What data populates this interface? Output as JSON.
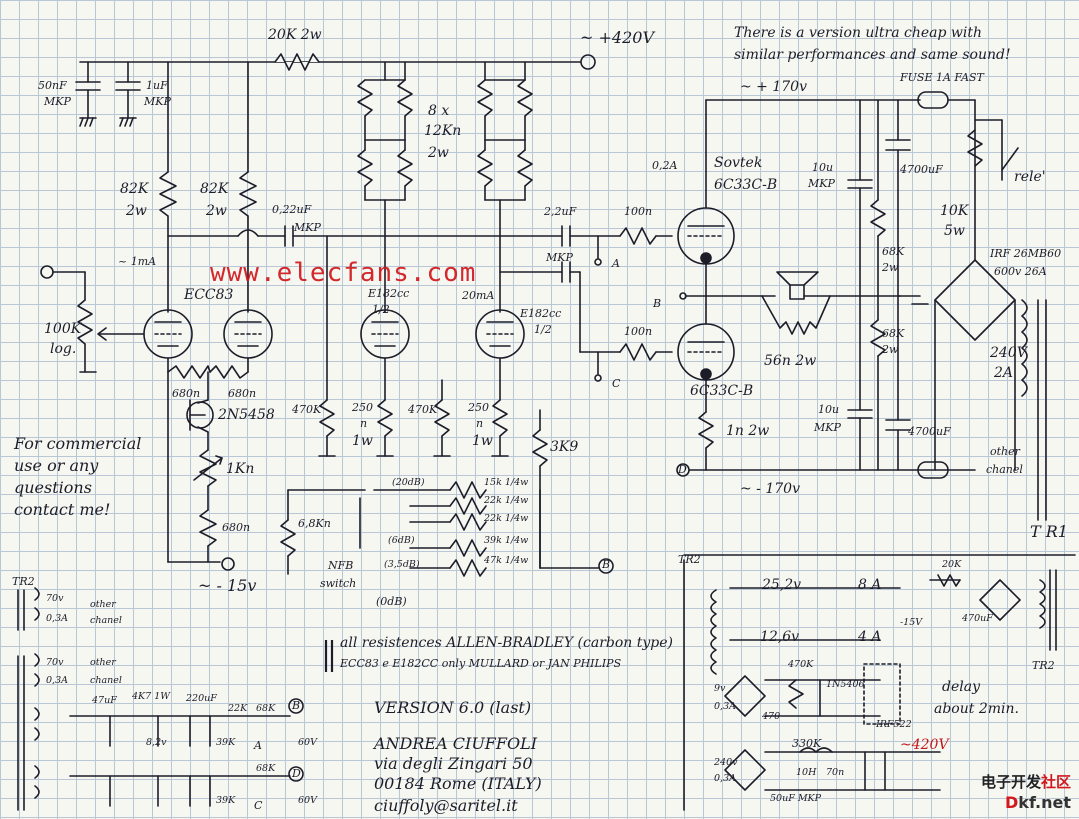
{
  "labels": {
    "r20k2w": "20K 2w",
    "hv420": "~ +420V",
    "note_line1": "There is a version ultra cheap with",
    "note_line2": "similar performances and same sound!",
    "c50nf": "50nF",
    "mkp1": "MKP",
    "c1uf": "1uF",
    "mkp2": "MKP",
    "r8x12k_a": "8 x",
    "r8x12k_b": "12Kn",
    "r8x12k_c": "2w",
    "r82k_a1": "82K",
    "r82k_a2": "2w",
    "r82k_b1": "82K",
    "r82k_b2": "2w",
    "c022": "0,22uF",
    "mkp3": "MKP",
    "c22uf": "2,2uF",
    "mkp4": "MKP",
    "r100a": "100n",
    "r100b": "100n",
    "i02a": "0,2A",
    "sovtek1": "Sovtek",
    "sovtek2": "6C33C-B",
    "tube6c33": "6C33C-B",
    "hv170p": "~ + 170v",
    "hv170n": "~ - 170v",
    "fuse": "FUSE 1A FAST",
    "c10u_a": "10u",
    "mkp5": "MKP",
    "c4700a": "4700uF",
    "r68k_a1": "68K",
    "r68k_a2": "2w",
    "r68k_b1": "68K",
    "r68k_b2": "2w",
    "c10u_b": "10u",
    "mkp6": "MKP",
    "c4700b": "4700uF",
    "rele": "rele'",
    "r10k_a": "10K",
    "r10k_b": "5w",
    "irf_a": "IRF 26MB60",
    "irf_b": "600v 26A",
    "t240a": "240V",
    "t240b": "2A",
    "other1": "other",
    "other2": "chanel",
    "tr1": "T R1",
    "r56": "56n 2w",
    "r1": "1n 2w",
    "i1ma": "~ 1mA",
    "i20ma": "20mA",
    "ecc83": "ECC83",
    "e182a1": "E182cc",
    "e182a2": "1/2",
    "e182b1": "E182cc",
    "e182b2": "1/2",
    "pot100k_a": "100K",
    "pot100k_b": "log.",
    "r680a": "680n",
    "r680b": "680n",
    "jfet": "2N5458",
    "pot1k": "1Kn",
    "r680c": "680n",
    "v15": "~ - 15v",
    "r470k_a": "470K",
    "r250_a1": "250",
    "r250_a2": "n",
    "r1w_a": "1w",
    "r470k_b": "470K",
    "r250_b1": "250",
    "r250_b2": "n",
    "r1w_b": "1w",
    "r3k9": "3K9",
    "r680d": "6,8Kn",
    "db20": "(20dB)",
    "db6": "(6dB)",
    "db35": "(3,5dB)",
    "db0": "(0dB)",
    "rf15": "15k 1/4w",
    "rf22a": "22k 1/4w",
    "rf22b": "22k 1/4w",
    "rf39": "39k 1/4w",
    "rf47": "47k 1/4w",
    "nfb1": "NFB",
    "nfb2": "switch",
    "commercial1": "For commercial",
    "commercial2": "use or any",
    "commercial3": "questions",
    "commercial4": "contact me!",
    "resnote1": "all resistences ALLEN-BRADLEY (carbon type)",
    "resnote2": "ECC83 e E182CC only MULLARD or JAN PHILIPS",
    "version": "VERSION 6.0 (last)",
    "author1": "ANDREA CIUFFOLI",
    "author2": "via degli Zingari 50",
    "author3": "00184 Rome (ITALY)",
    "author4": "ciuffoly@saritel.it",
    "tr2a": "TR2",
    "tr2b": "TR2",
    "tr2c": "TR2",
    "v25": "25,2v",
    "a8": "8 A",
    "v126": "12,6v",
    "a4": "4 A",
    "r20k_b": "20K",
    "c470uf": "470uF",
    "v15n": "-15V",
    "r470k_c": "470K",
    "d1n": "1N5406",
    "v9": "9v",
    "a03": "0,3A",
    "c470b": "470",
    "delay1": "delay",
    "delay2": "about 2min.",
    "irf522": "IRF522",
    "r330k": "330K",
    "hv420b": "~420V",
    "c10h": "10H",
    "r70": "70n",
    "v240": "240v",
    "a03b": "0,3A",
    "c50b": "50uF MKP",
    "w70a": "70v",
    "w03a": "0,3A",
    "oth1": "other",
    "ch1": "chanel",
    "w70b": "70v",
    "w03b": "0,3A",
    "oth2": "other",
    "ch2": "chanel",
    "lps1": "47uF",
    "lps2": "4K7 1W",
    "lps3": "220uF",
    "lps4": "22K",
    "lps5": "68K",
    "lps6": "39K",
    "lps7": "60V",
    "lps8": "8,2v",
    "lps9": "68K",
    "lps10": "39K",
    "lps11": "60V",
    "lps12": "A",
    "lps13": "B",
    "lps14": "C",
    "lps15": "D",
    "node_a": "A",
    "node_b": "B",
    "node_c": "C",
    "node_d": "D",
    "node_b2": "B",
    "watermark": "www.elecfans.com",
    "logo_cn_a": "电子开发",
    "logo_cn_b": "社区",
    "logo_en_a": "D",
    "logo_en_b": "kf.net"
  }
}
